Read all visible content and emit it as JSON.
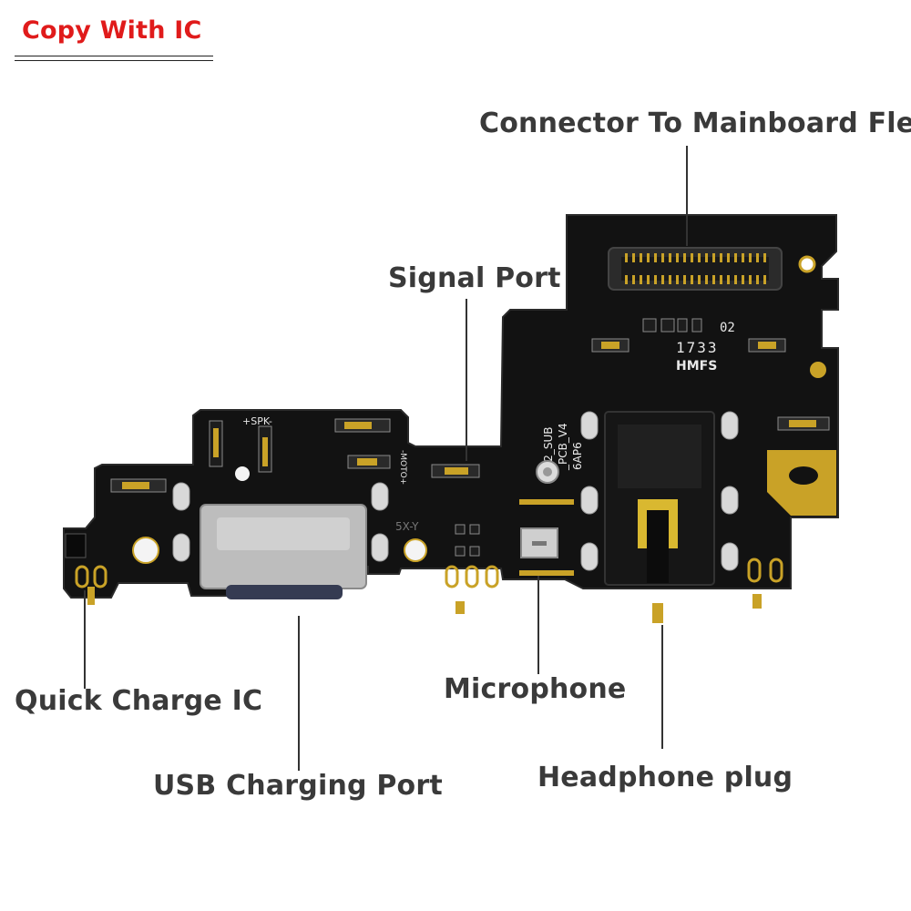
{
  "badge": {
    "text": "Copy With IC",
    "color": "#e01b1b"
  },
  "callouts": {
    "connector": "Connector To Mainboard Flex",
    "signal": "Signal Port",
    "quick_charge": "Quick Charge IC",
    "usb": "USB Charging Port",
    "microphone": "Microphone",
    "headphone": "Headphone plug"
  },
  "board_markings": {
    "silk_code": "1733",
    "silk_02": "02",
    "silk_hmfs": "HMFS",
    "silk_spk": "+SPK-",
    "silk_moto": "-MOTO+",
    "silk_5xy": "5X-Y",
    "silk_d2_sub": "D2_SUB",
    "silk_pcb_v4": "_PCB_V4",
    "silk_6ap6": "6AP6"
  },
  "colors": {
    "pcb": "#111111",
    "gold": "#c9a227",
    "label": "#3a3a3a"
  }
}
